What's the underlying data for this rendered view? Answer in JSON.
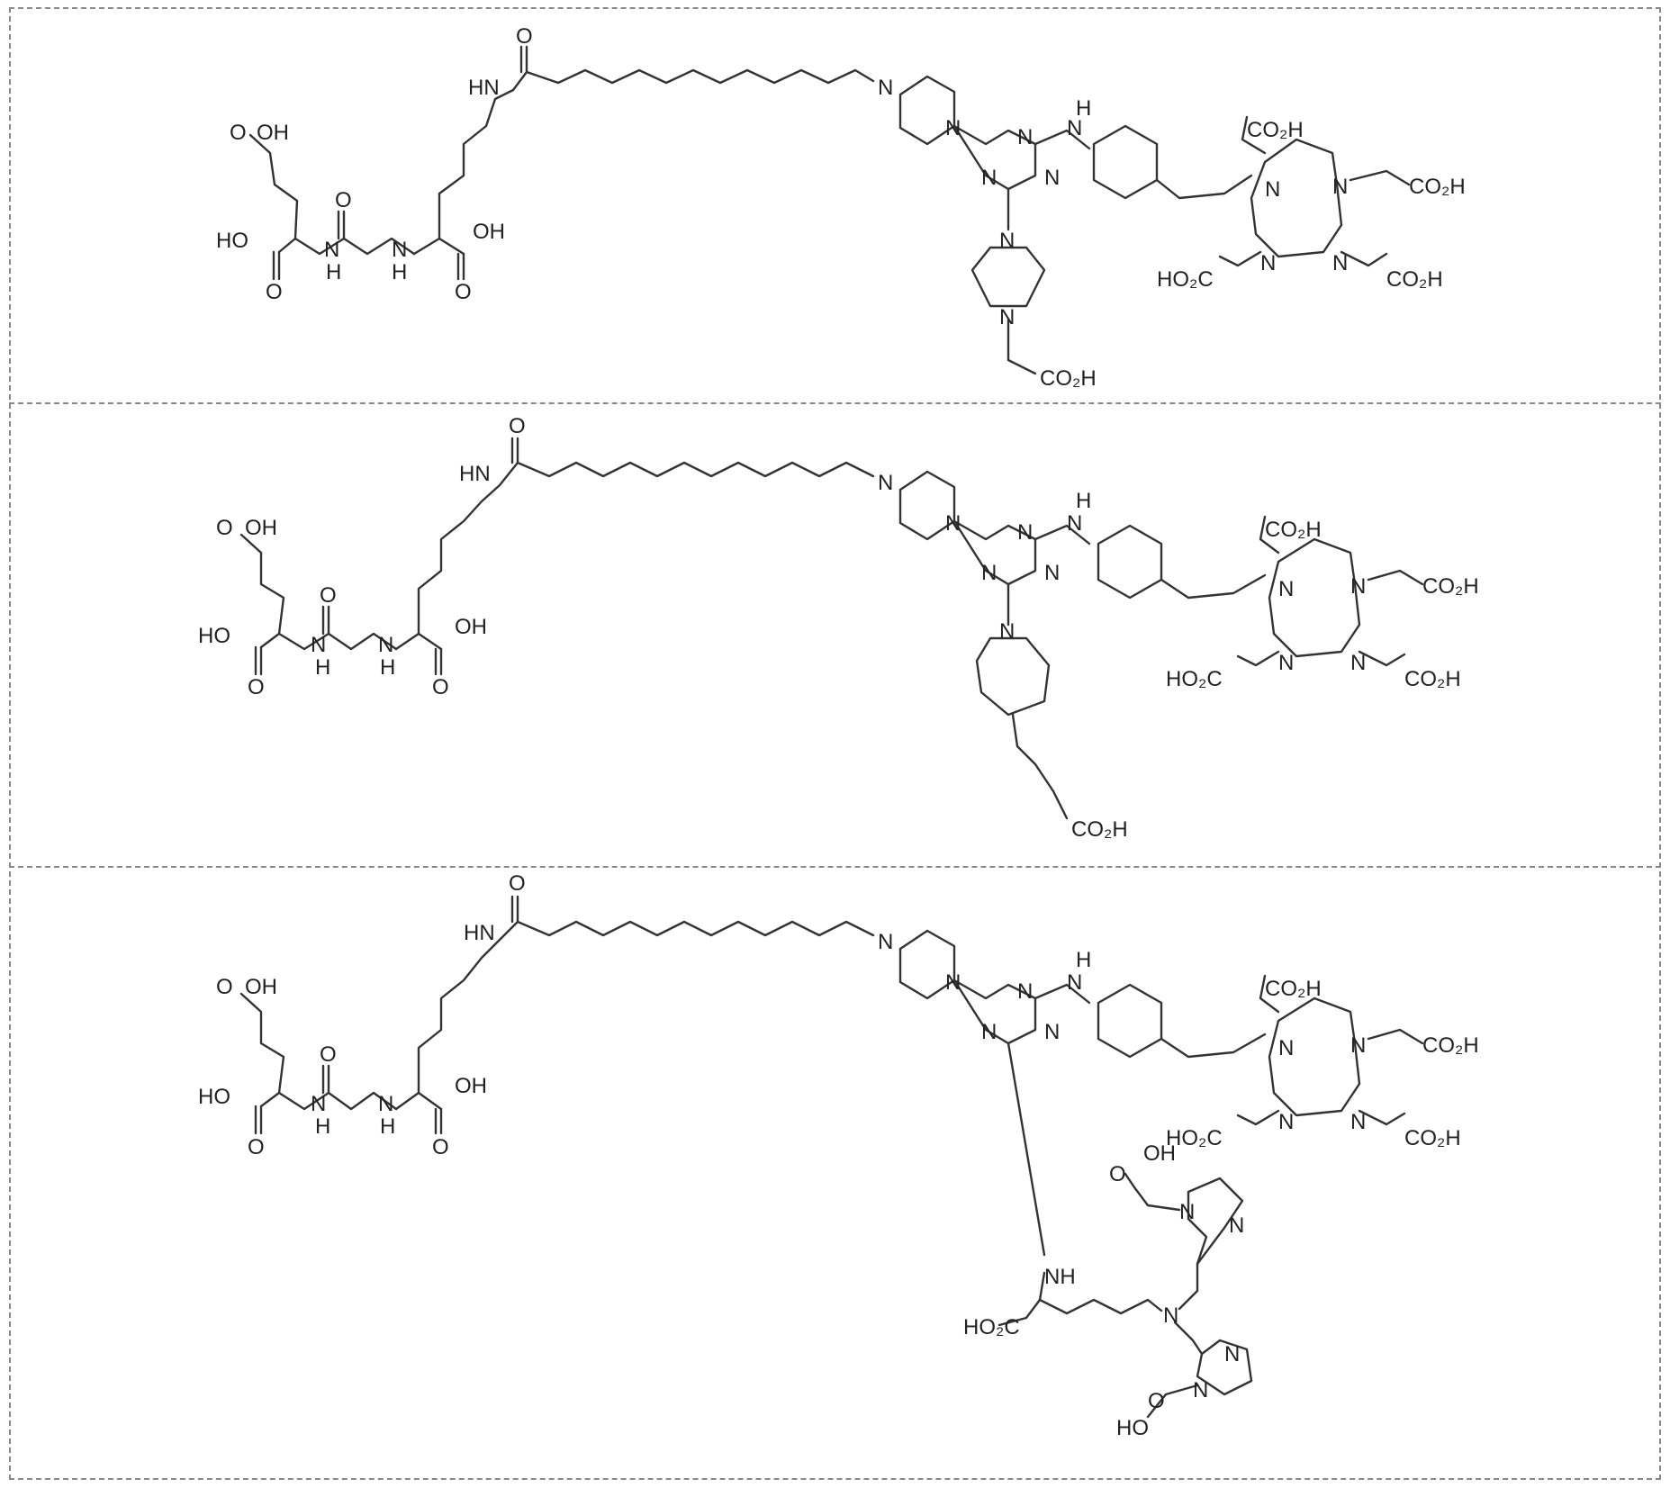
{
  "panels": [
    {
      "name": "compound-1",
      "labels": {
        "glu_acid": "O",
        "glu_oh": "OH",
        "ho_left": "HO",
        "o_left": "O",
        "nh1_n": "N",
        "nh1_h": "H",
        "urea_o": "O",
        "nh2_n": "N",
        "nh2_h": "H",
        "o_right": "O",
        "oh_right": "OH",
        "amide_hn": "HN",
        "amide_o": "O",
        "pip1_n1": "N",
        "pip1_n2": "N",
        "triazine_n1": "N",
        "triazine_n2": "N",
        "triazine_n3": "N",
        "anil_nh_n": "N",
        "anil_nh_h": "H",
        "sub_n1": "N",
        "sub_n2": "N",
        "sub_tail": "CO₂H",
        "dota_top": "CO₂H",
        "dota_right": "CO₂H",
        "dota_left": "HO₂C",
        "dota_br": "CO₂H",
        "dota_n1": "N",
        "dota_n2": "N",
        "dota_n3": "N",
        "dota_n4": "N"
      }
    },
    {
      "name": "compound-2",
      "labels": {
        "glu_acid": "O",
        "glu_oh": "OH",
        "ho_left": "HO",
        "o_left": "O",
        "nh1_n": "N",
        "nh1_h": "H",
        "urea_o": "O",
        "nh2_n": "N",
        "nh2_h": "H",
        "o_right": "O",
        "oh_right": "OH",
        "amide_hn": "HN",
        "amide_o": "O",
        "pip1_n1": "N",
        "pip1_n2": "N",
        "triazine_n1": "N",
        "triazine_n2": "N",
        "triazine_n3": "N",
        "anil_nh_n": "N",
        "anil_nh_h": "H",
        "sub_n1": "N",
        "sub_tail": "CO₂H",
        "dota_top": "CO₂H",
        "dota_right": "CO₂H",
        "dota_left": "HO₂C",
        "dota_br": "CO₂H",
        "dota_n1": "N",
        "dota_n2": "N",
        "dota_n3": "N",
        "dota_n4": "N"
      }
    },
    {
      "name": "compound-3",
      "labels": {
        "glu_acid": "O",
        "glu_oh": "OH",
        "ho_left": "HO",
        "o_left": "O",
        "nh1_n": "N",
        "nh1_h": "H",
        "urea_o": "O",
        "nh2_n": "N",
        "nh2_h": "H",
        "o_right": "O",
        "oh_right": "OH",
        "amide_hn": "HN",
        "amide_o": "O",
        "pip1_n1": "N",
        "pip1_n2": "N",
        "triazine_n1": "N",
        "triazine_n2": "N",
        "triazine_n3": "N",
        "anil_nh_n": "N",
        "anil_nh_h": "H",
        "dota_top": "CO₂H",
        "dota_right": "CO₂H",
        "dota_left": "HO₂C",
        "dota_br": "CO₂H",
        "dota_n1": "N",
        "dota_n2": "N",
        "dota_n3": "N",
        "dota_n4": "N",
        "lys_nh": "NH",
        "lys_acid": "HO₂C",
        "lys_n": "N",
        "im1_o": "O",
        "im1_oh": "OH",
        "im1_n1": "N",
        "im1_n2": "N",
        "im2_n1": "N",
        "im2_n2": "N",
        "im2_o": "O",
        "im2_ho": "HO"
      }
    }
  ]
}
